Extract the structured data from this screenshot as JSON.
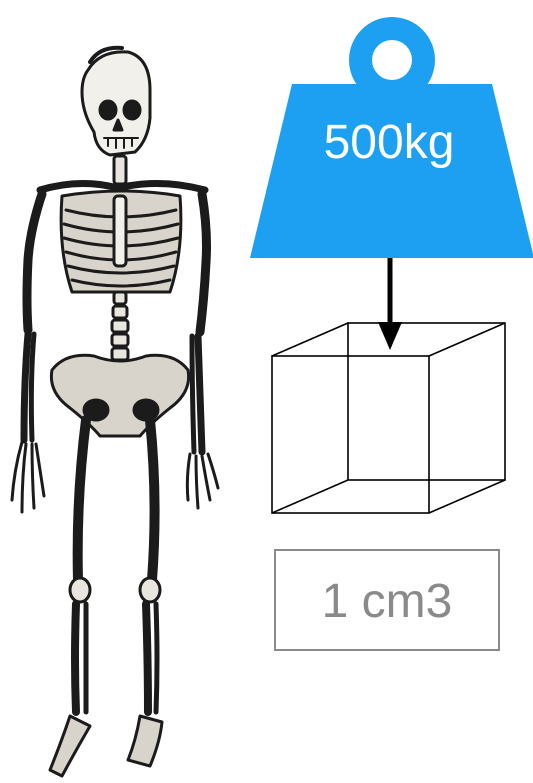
{
  "weight": {
    "label": "500kg",
    "color": "#1ea0f2"
  },
  "volume": {
    "label": "1 cm3",
    "box_border_color": "#8a8a8a"
  },
  "icons": {
    "skeleton": "skeleton-illustration",
    "weight": "kettlebell-weight-icon",
    "arrow": "down-arrow-icon",
    "cube": "wireframe-cube-icon"
  }
}
